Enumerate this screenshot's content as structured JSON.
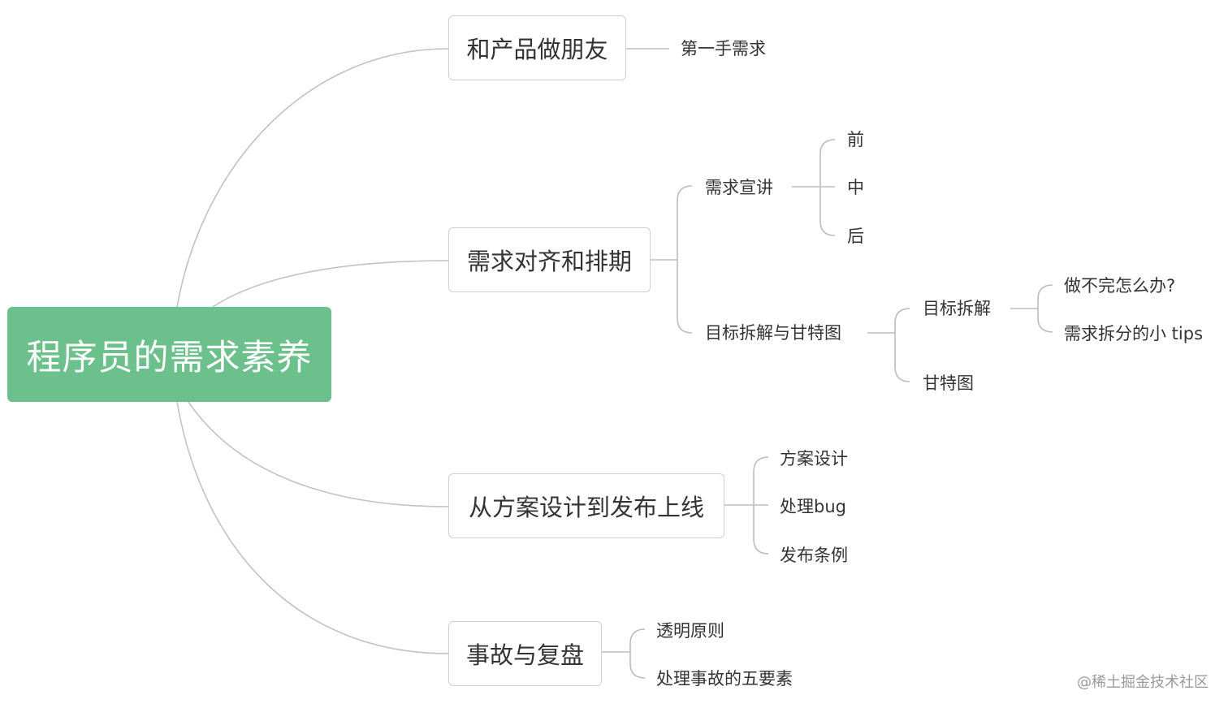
{
  "root": {
    "label": "程序员的需求素养"
  },
  "branches": {
    "b1": {
      "label": "和产品做朋友",
      "leaf1": "第一手需求"
    },
    "b2": {
      "label": "需求对齐和排期",
      "c1": {
        "label": "需求宣讲",
        "leaves": [
          "前",
          "中",
          "后"
        ]
      },
      "c2": {
        "label": "目标拆解与甘特图",
        "d1": {
          "label": "目标拆解",
          "leaves": [
            "做不完怎么办?",
            "需求拆分的小 tips"
          ]
        },
        "d2": {
          "label": "甘特图"
        }
      }
    },
    "b3": {
      "label": "从方案设计到发布上线",
      "leaves": [
        "方案设计",
        "处理bug",
        "发布条例"
      ]
    },
    "b4": {
      "label": "事故与复盘",
      "leaves": [
        "透明原则",
        "处理事故的五要素"
      ]
    }
  },
  "watermark": "@稀土掘金技术社区",
  "colors": {
    "root_fill": "#6cc08b",
    "line": "#bdbdbd",
    "box_border": "#cfcfcf"
  }
}
